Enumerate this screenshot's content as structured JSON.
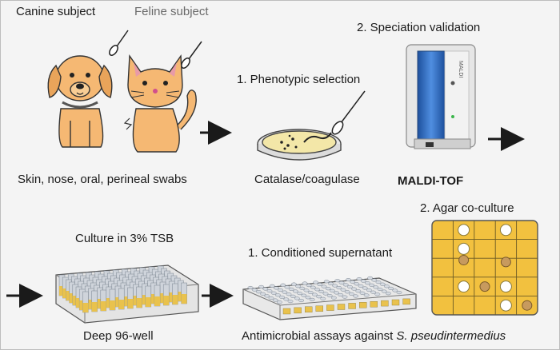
{
  "top_row": {
    "canine_label": "Canine subject",
    "feline_label": "Feline subject",
    "swabs_caption": "Skin, nose, oral, perineal swabs",
    "step1_title": "1. Phenotypic selection",
    "step1_caption": "Catalase/coagulase",
    "step2_title": "2. Speciation validation",
    "step2_caption": "MALDI-TOF",
    "maldi_device_text": "MALDI"
  },
  "bottom_row": {
    "culture_title": "Culture in 3% TSB",
    "culture_caption": "Deep 96-well",
    "step1_title": "1. Conditioned supernatant",
    "step2_title": "2. Agar co-culture",
    "assay_caption_prefix": "Antimicrobial assays against ",
    "assay_caption_species": "S. pseudintermedius"
  },
  "colors": {
    "animal_fill": "#f5b873",
    "agar_fill": "#f2c13f",
    "maldi_blue": "#2f6fc4",
    "well_yellow": "#e9c24d",
    "arrow": "#1a1a1a"
  },
  "icons": [
    "dog-icon",
    "cat-icon",
    "swab-icon",
    "petri-dish-icon",
    "maldi-instrument-icon",
    "well-plate-icon",
    "agar-grid-icon",
    "arrow-right-icon"
  ]
}
